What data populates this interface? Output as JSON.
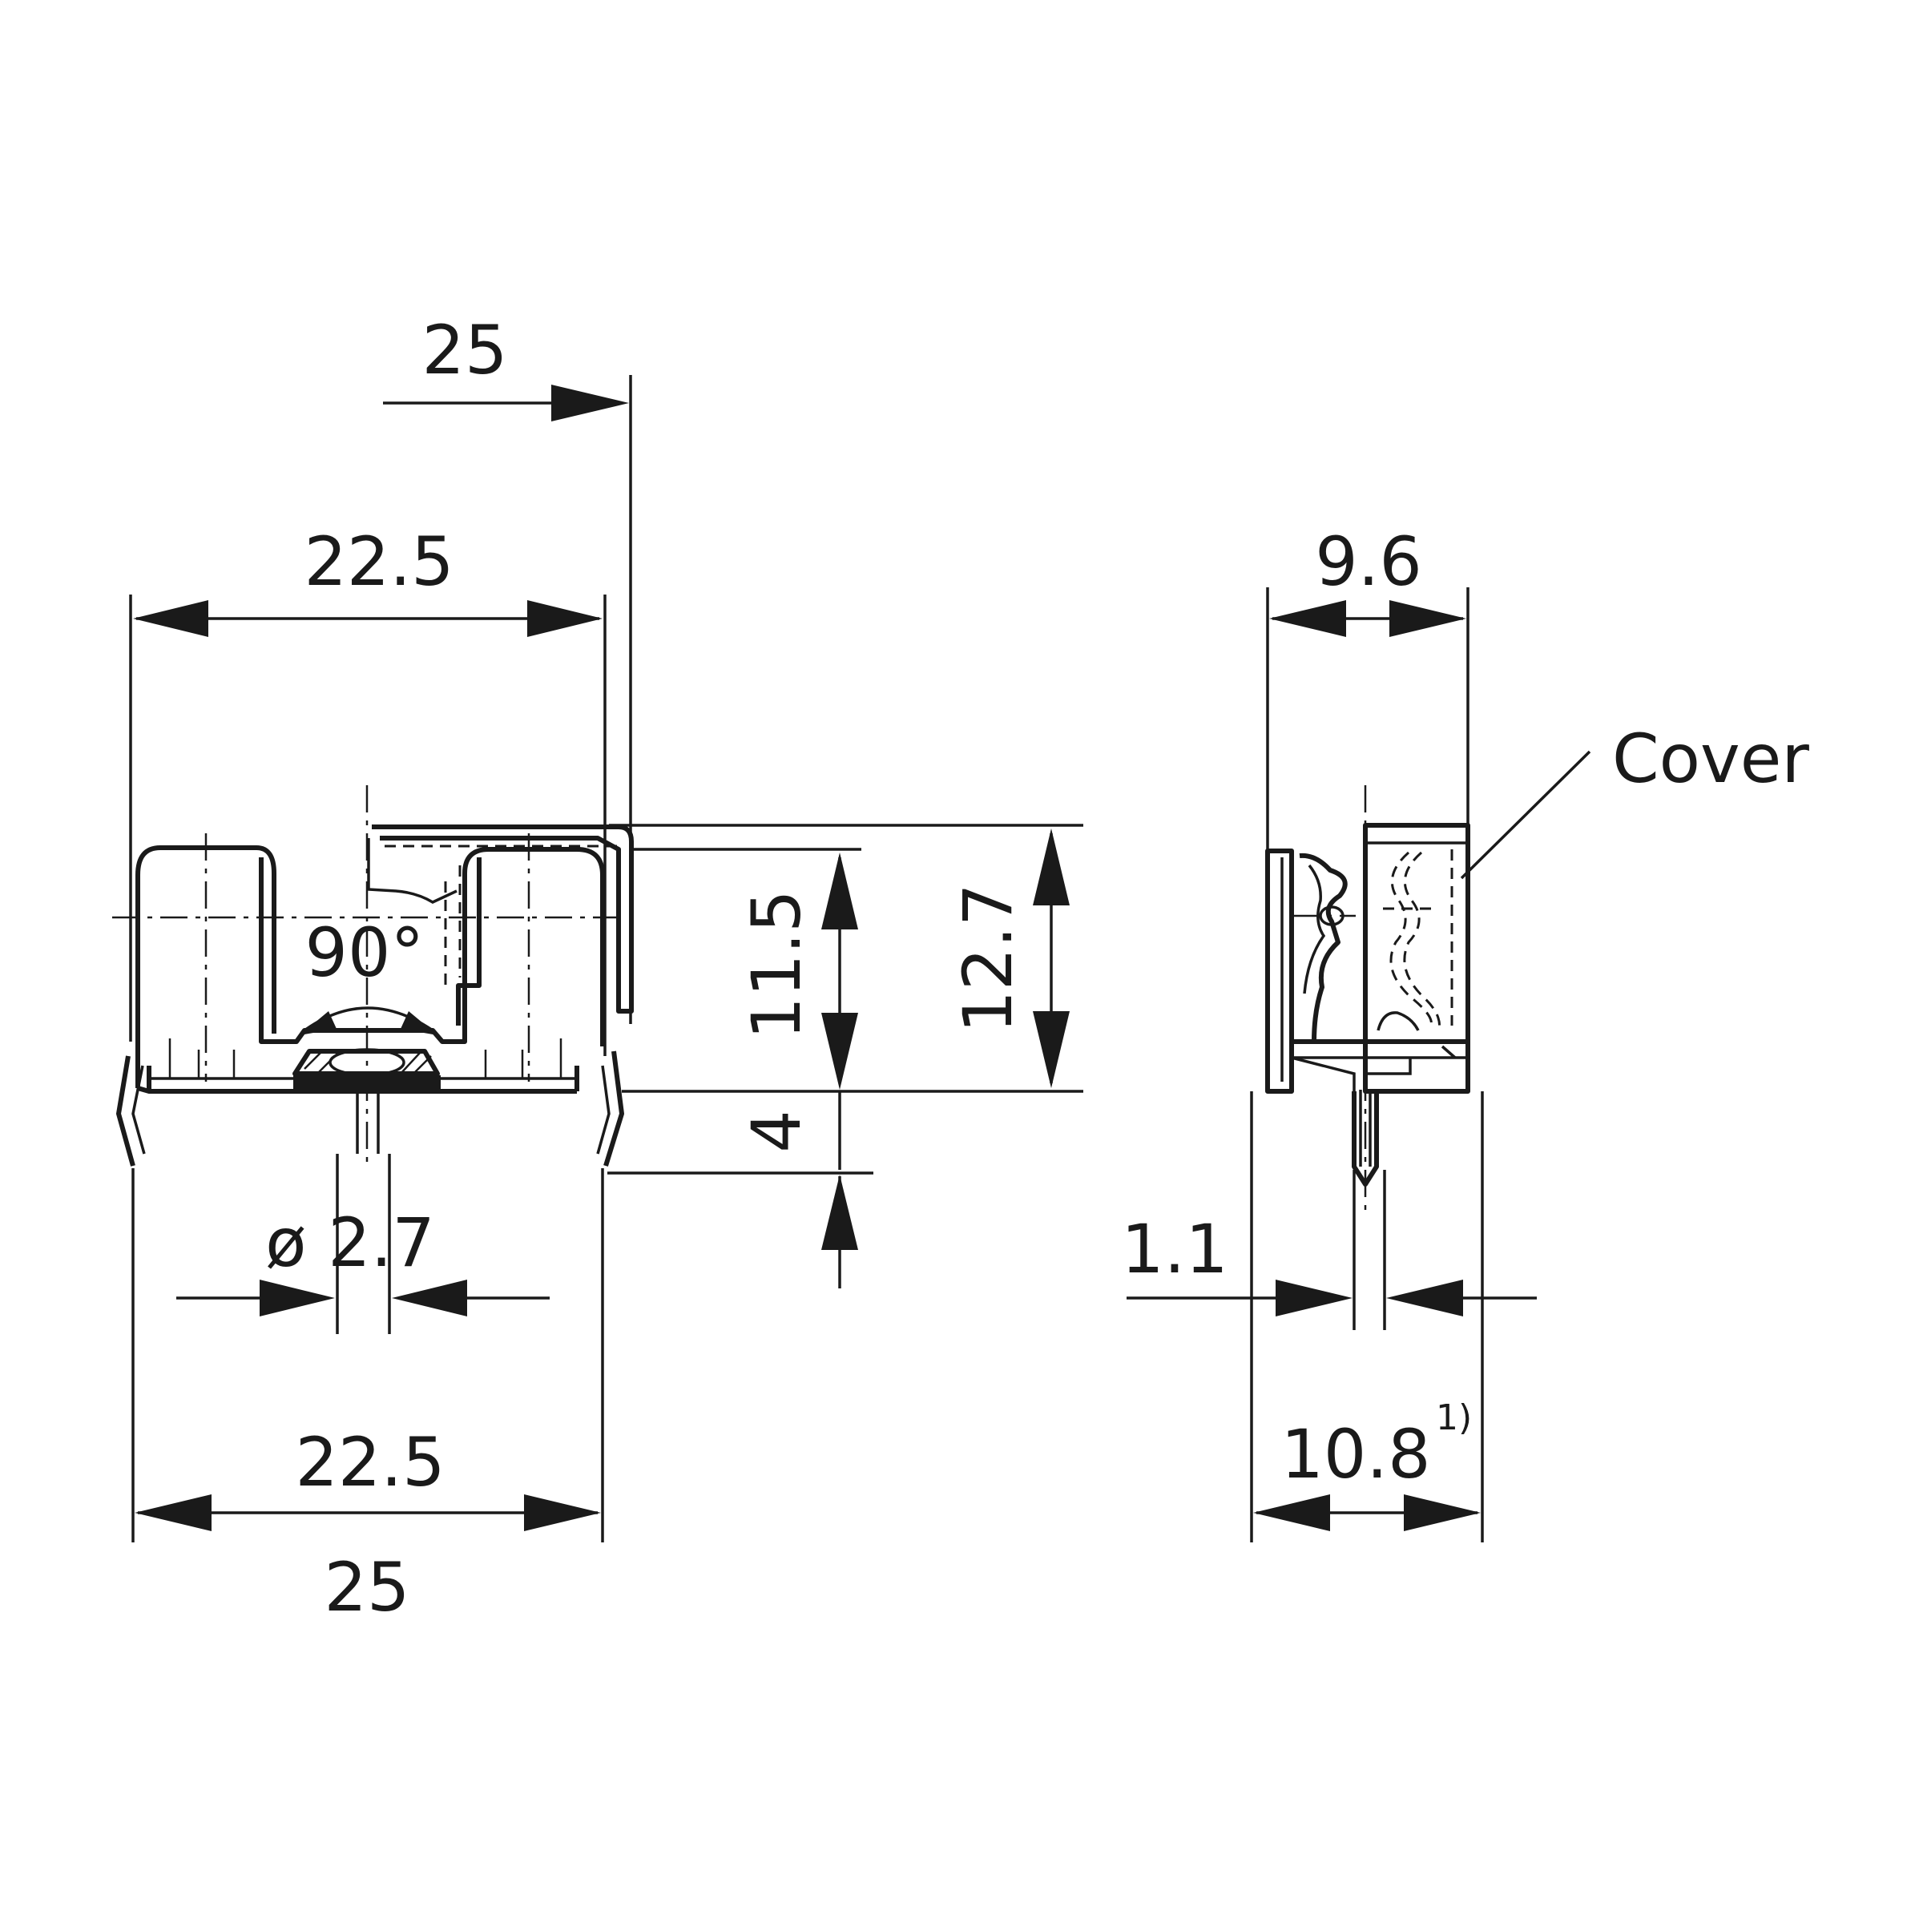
{
  "front_view": {
    "top_width_outer": "25",
    "top_width_inner": "22.5",
    "angle": "90°",
    "pin_diameter": "ø 2.7",
    "bottom_width_inner": "22.5",
    "bottom_width_outer": "25",
    "height_body": "11.5",
    "height_total": "12.7",
    "pin_length": "4"
  },
  "side_view": {
    "top_width": "9.6",
    "pin_thickness": "1.1",
    "bottom_width": "10.8",
    "bottom_width_note": "1)",
    "cover_label": "Cover"
  }
}
